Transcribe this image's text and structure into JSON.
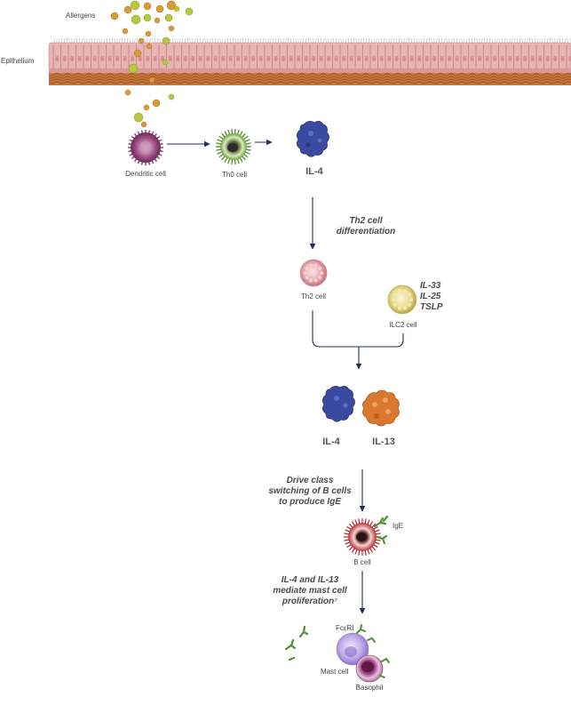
{
  "labels": {
    "allergens": "Allergens",
    "epithelium": "Epithelium",
    "dendritic_cell": "Dendritic cell",
    "th0_cell": "Th0 cell",
    "il4_top": "IL-4",
    "th2_diff_line1": "Th2 cell",
    "th2_diff_line2": "differentiation",
    "th2_cell": "Th2 cell",
    "ilc2_cell": "ILC2 cell",
    "il4_mid": "IL-4",
    "il13_mid": "IL-13",
    "drive_line1": "Drive class",
    "drive_line2": "switching of B cells",
    "drive_line3": "to produce IgE",
    "ige": "IgE",
    "b_cell": "B cell",
    "mediate_line1": "IL-4 and IL-13",
    "mediate_line2": "mediate mast cell",
    "mediate_line3": "proliferation⁷",
    "fceri": "FcεRI",
    "mast_cell": "Mast cell",
    "basophil": "Basophil"
  },
  "cytokines": [
    "IL-33",
    "IL-25",
    "TSLP"
  ],
  "colors": {
    "arrow": "#1f2d5c",
    "epithelium_cells": "#e7b3b3",
    "epithelium_base": "#c6763a",
    "allergen_orange": "#d99a3c",
    "allergen_green": "#b5c93a",
    "dendritic": "#8a3d6e",
    "th0": "#6fa33a",
    "il4": "#3a4aa0",
    "il13": "#d9782e",
    "th2": "#e8a2ab",
    "ilc2": "#e4d98a",
    "b_cell": "#b8313a",
    "ige": "#4f8f34",
    "mast": "#b9a3e6",
    "basophil": "#9b3b78"
  }
}
